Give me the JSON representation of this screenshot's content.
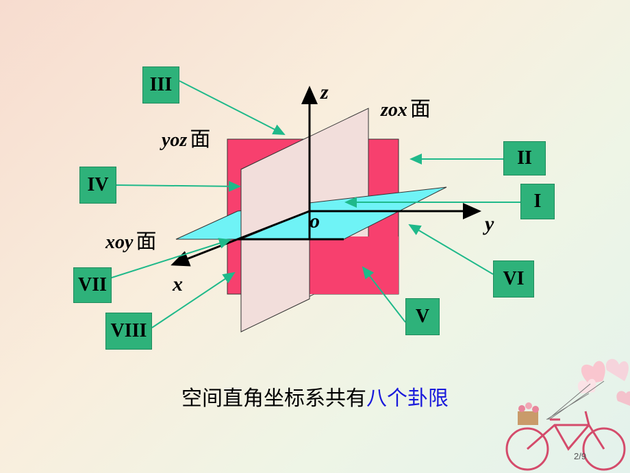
{
  "octants": {
    "I": "I",
    "II": "II",
    "III": "III",
    "IV": "IV",
    "V": "V",
    "VI": "VI",
    "VII": "VII",
    "VIII": "VIII"
  },
  "planes": {
    "xoy": "xoy",
    "yoz": "yoz",
    "zox": "zox",
    "suffix": "面"
  },
  "axes": {
    "x": "x",
    "y": "y",
    "z": "z",
    "origin": "o"
  },
  "caption": {
    "text": "空间直角坐标系共有",
    "highlight": "八个卦限"
  },
  "page_number": "2/9",
  "colors": {
    "yoz_plane": "#f7406e",
    "zox_plane": "#f2dedb",
    "xoy_plane": "#6ff3f6",
    "label_bg": "#2eb27a",
    "highlight": "#1a1adb"
  }
}
